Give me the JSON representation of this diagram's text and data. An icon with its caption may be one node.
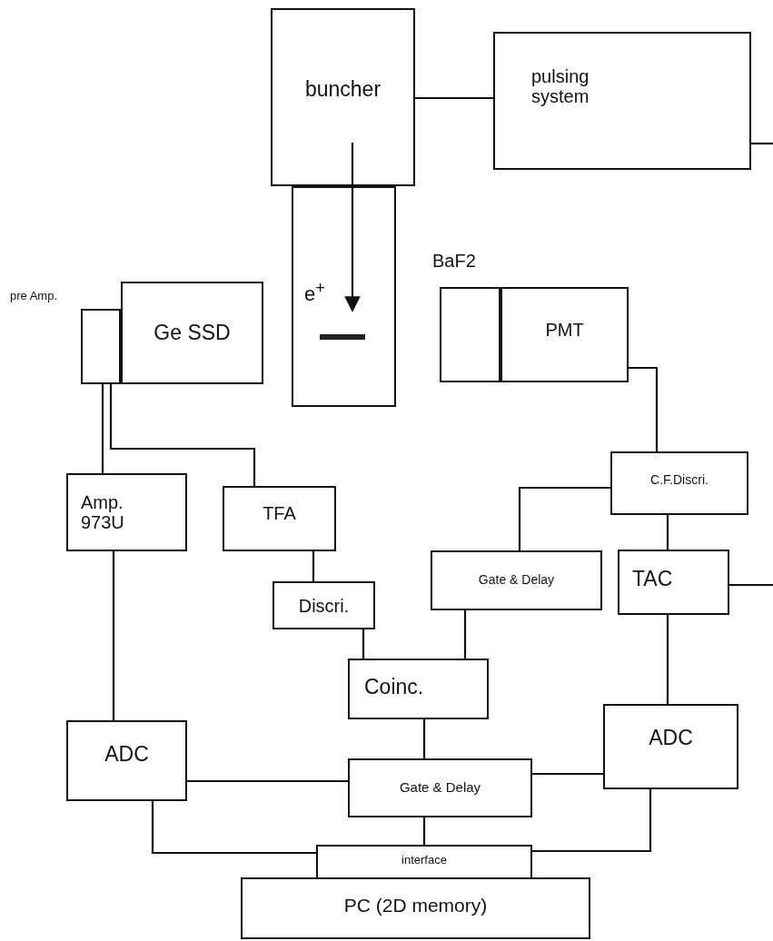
{
  "diagram": {
    "nodes": [
      {
        "text": [
          "buncher"
        ]
      },
      {
        "text": [
          "pulsing system"
        ]
      },
      {
        "text": [
          "e$^{+}$"
        ]
      },
      {
        "text": [
          "pre Amp."
        ]
      },
      {
        "text": [
          "Ge SSD"
        ]
      },
      {
        "text": [
          "BaF2"
        ]
      },
      {
        "text": [
          "PMT"
        ]
      },
      {
        "text": [
          "Amp. 973U"
        ]
      },
      {
        "text": [
          "TFA"
        ]
      },
      {
        "text": [
          "Discri."
        ]
      },
      {
        "text": [
          "C.F.Discri."
        ]
      },
      {
        "text": [
          "Gate & Delay"
        ]
      },
      {
        "text": [
          "TAC"
        ]
      },
      {
        "text": [
          "Coinc."
        ]
      },
      {
        "text": [
          "ADC"
        ]
      },
      {
        "text": [
          "ADC"
        ]
      },
      {
        "text": [
          "Gate & Delay"
        ]
      },
      {
        "text": [
          "interface"
        ]
      },
      {
        "text": [
          "PC (2D memory)"
        ]
      }
    ],
    "edges": [
      {
        "from": 0,
        "to": 1,
        "arrow": "none"
      },
      {
        "from": 1,
        "to": null,
        "arrow": "none"
      },
      {
        "from": 3,
        "to": 7,
        "arrow": "none"
      },
      {
        "from": 3,
        "to": 8,
        "arrow": "none"
      },
      {
        "from": 6,
        "to": 10,
        "arrow": "none"
      },
      {
        "from": 10,
        "to": 11,
        "arrow": "none"
      },
      {
        "from": 10,
        "to": 12,
        "arrow": "none"
      },
      {
        "from": 12,
        "to": null,
        "arrow": "none"
      },
      {
        "from": 8,
        "to": 9,
        "arrow": "none"
      },
      {
        "from": 9,
        "to": 13,
        "arrow": "none"
      },
      {
        "from": 11,
        "to": 13,
        "arrow": "none"
      },
      {
        "from": 7,
        "to": 14,
        "arrow": "none"
      },
      {
        "from": 12,
        "to": 15,
        "arrow": "none"
      },
      {
        "from": 13,
        "to": 16,
        "arrow": "none"
      },
      {
        "from": 14,
        "to": 16,
        "arrow": "none"
      },
      {
        "from": 15,
        "to": 16,
        "arrow": "none"
      },
      {
        "from": 16,
        "to": 17,
        "arrow": "none"
      },
      {
        "from": 14,
        "to": 17,
        "arrow": "none"
      },
      {
        "from": 15,
        "to": 17,
        "arrow": "none"
      },
      {
        "from": 0,
        "to": 2,
        "arrow": "to"
      }
    ]
  }
}
